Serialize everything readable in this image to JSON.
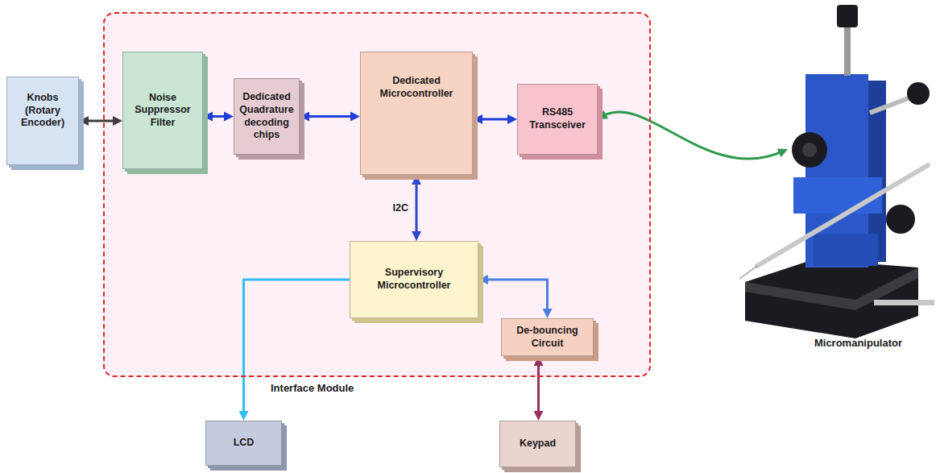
{
  "diagram": {
    "nodes": [
      {
        "text": [
          "Knobs (Rotary Encoder)"
        ]
      },
      {
        "text": [
          "Interface Module"
        ]
      },
      {
        "text": [
          "Noise Suppressor Filter"
        ],
        "in": 1
      },
      {
        "text": [
          "Dedicated Quadrature decoding chips"
        ],
        "in": 1
      },
      {
        "text": [
          "Dedicated Microcontroller"
        ],
        "in": 1
      },
      {
        "text": [
          "RS485 Transceiver"
        ],
        "in": 1
      },
      {
        "text": [
          "Supervisory Microcontroller"
        ],
        "in": 1
      },
      {
        "text": [
          "De-bouncing Circuit"
        ],
        "in": 1
      },
      {
        "text": [
          "LCD"
        ]
      },
      {
        "text": [
          "Keypad"
        ]
      },
      {
        "text": [
          "Micromanipulator"
        ]
      }
    ],
    "edges": [
      {
        "from": 0,
        "to": 2,
        "arrow": "both"
      },
      {
        "from": 2,
        "to": 3,
        "arrow": "both"
      },
      {
        "from": 3,
        "to": 4,
        "arrow": "both"
      },
      {
        "from": 4,
        "to": 5,
        "arrow": "both"
      },
      {
        "from": 5,
        "to": 10,
        "arrow": "both"
      },
      {
        "from": 4,
        "to": 6,
        "label": "I2C",
        "arrow": "both"
      },
      {
        "from": 6,
        "to": 8,
        "arrow": "to"
      },
      {
        "from": 6,
        "to": 7,
        "arrow": "both"
      },
      {
        "from": 7,
        "to": 9,
        "arrow": "both"
      }
    ]
  }
}
